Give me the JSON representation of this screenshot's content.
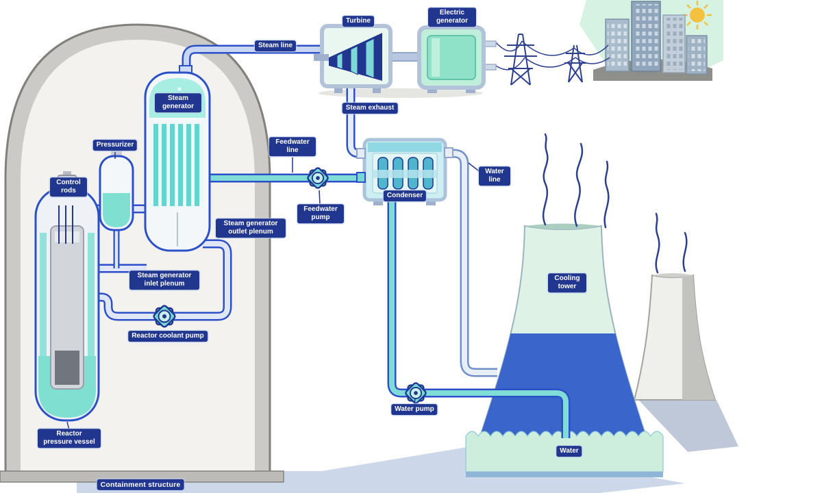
{
  "labels": {
    "containment_structure": "Containment structure",
    "reactor_pressure_vessel": "Reactor pressure vessel",
    "control_rods": "Control rods",
    "pressurizer": "Pressurizer",
    "steam_generator": "Steam generator",
    "steam_generator_inlet_plenum": "Steam generator inlet plenum",
    "steam_generator_outlet_plenum": "Steam generator outlet plenum",
    "reactor_coolant_pump": "Reactor coolant pump",
    "steam_line": "Steam line",
    "turbine": "Turbine",
    "electric_generator": "Electric generator",
    "steam_exhaust": "Steam exhaust",
    "condenser": "Condenser",
    "feedwater_line": "Feedwater line",
    "feedwater_pump": "Feedwater pump",
    "water_line": "Water line",
    "water_pump": "Water pump",
    "cooling_tower": "Cooling tower",
    "water": "Water"
  },
  "colors": {
    "label_bg": "#21368f",
    "label_text": "#ffffff",
    "coolant_teal": "#7fe0d2",
    "pipe_outline_blue": "#2b50c8",
    "cooling_tower_blue": "#3a66cc",
    "containment_gray": "#cbcac6",
    "mint_green": "#dff2e6",
    "sun_yellow": "#f2c23e"
  }
}
